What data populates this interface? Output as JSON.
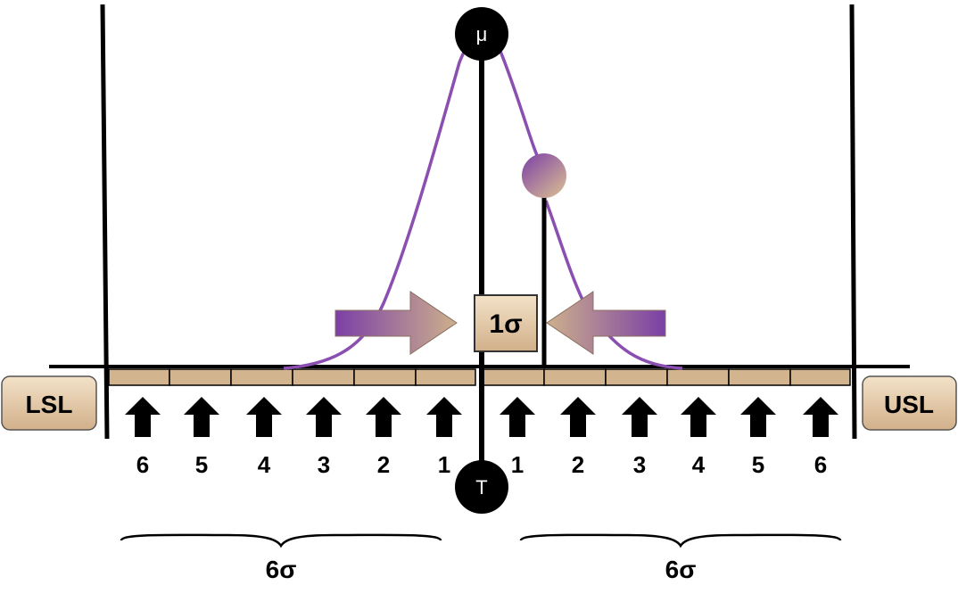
{
  "labels": {
    "mu": "μ",
    "target": "T",
    "shift": "1σ",
    "lsl": "LSL",
    "usl": "USL",
    "left_span": "6σ",
    "right_span": "6σ"
  },
  "left_ticks": [
    "6",
    "5",
    "4",
    "3",
    "2",
    "1"
  ],
  "right_ticks": [
    "1",
    "2",
    "3",
    "4",
    "5",
    "6"
  ],
  "colors": {
    "curve": "#8a4fb0",
    "arrow_purple": "#7b3fa6",
    "arrow_tan": "#c9a886",
    "box_tan": "#d8bd98",
    "line": "#000000"
  }
}
